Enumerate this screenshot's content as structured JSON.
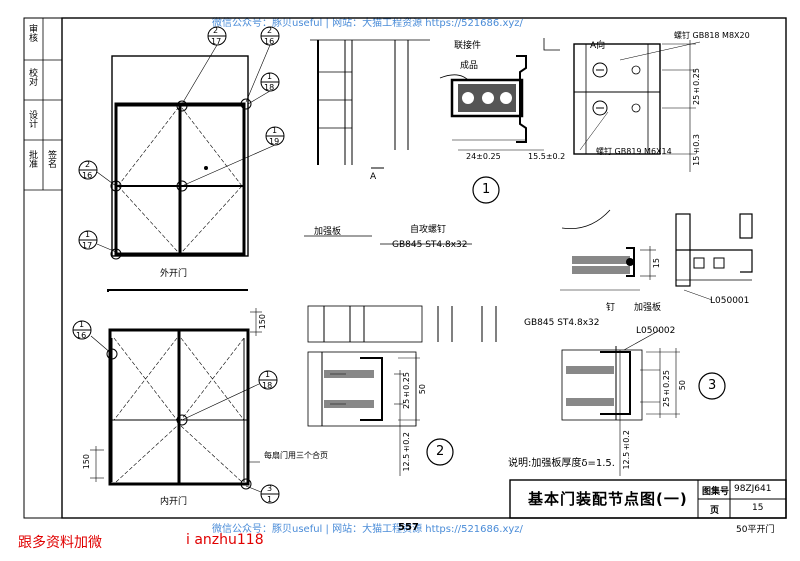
{
  "watermark": {
    "top": "微信公众号：豚贝useful | 网站：大猫工程资源 https://521686.xyz/",
    "bottom": "微信公众号：豚贝useful | 网站：大猫工程资源 https://521686.xyz/",
    "page_num": "557"
  },
  "promo": {
    "left": "跟多资料加微",
    "right": "i anzhu118"
  },
  "title_block": {
    "title": "基本门装配节点图(一)",
    "atlas_label": "图集号",
    "atlas_code": "98ZJ641",
    "page_label": "页",
    "page_no": "15",
    "series": "50平开门"
  },
  "side_column": {
    "items": [
      "审核",
      "校对",
      "设计",
      "批准",
      "签名"
    ]
  },
  "left_drawings": {
    "outer_door_caption": "外开门",
    "inner_door_caption": "内开门",
    "hinge_note": "每扇门用三个合页",
    "dim_150_a": "150",
    "dim_150_b": "150",
    "callouts": [
      {
        "top": "2",
        "bottom": "17"
      },
      {
        "top": "2",
        "bottom": "16"
      },
      {
        "top": "1",
        "bottom": "18"
      },
      {
        "top": "1",
        "bottom": "19"
      },
      {
        "top": "2",
        "bottom": "16"
      },
      {
        "top": "1",
        "bottom": "17"
      },
      {
        "top": "1",
        "bottom": "16"
      },
      {
        "top": "1",
        "bottom": "18"
      },
      {
        "top": "3",
        "bottom": "1"
      }
    ]
  },
  "detail1": {
    "connector_label": "联接件",
    "finished_label": "成品",
    "view_label": "A向",
    "section_label": "A",
    "screw_top": "螺钉 GB818 M8X20",
    "screw_bottom": "螺钉 GB819 M6X14",
    "dim_width": "24±0.25",
    "dim_right": "15.5±0.2",
    "dim_v1": "25±0.25",
    "dim_v2": "15±0.3",
    "number": "1"
  },
  "detail2": {
    "plate_label": "加强板",
    "screw_label": "自攻螺钉",
    "screw_spec": "GB845 ST4.8x32",
    "dim_50": "50",
    "dim_25": "25±0.25",
    "dim_12": "12.5±0.2",
    "number": "2"
  },
  "detail3": {
    "part_a": "L050001",
    "part_b": "L050002",
    "plate_label": "加强板",
    "screw_label": "钉",
    "screw_spec": "GB845 ST4.8x32",
    "dim_15": "15",
    "dim_50": "50",
    "dim_25": "25±0.25",
    "dim_12": "12.5±0.2",
    "number": "3"
  },
  "note": "说明:加强板厚度δ=1.5."
}
